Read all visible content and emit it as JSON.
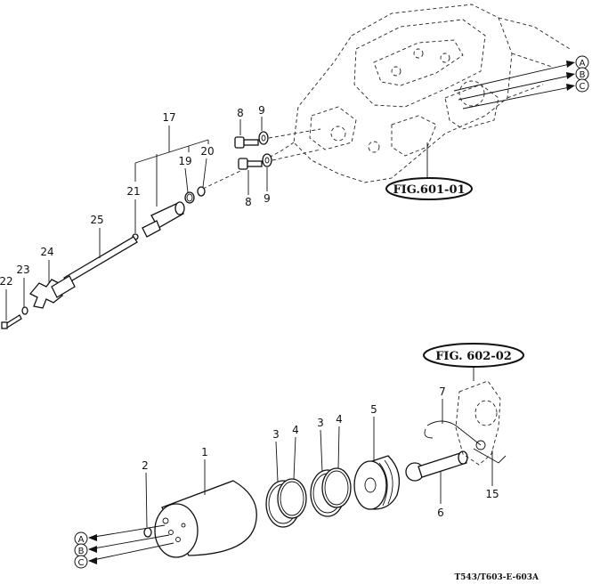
{
  "figure_refs": {
    "upper": "FIG.601-01",
    "lower": "FIG. 602-02"
  },
  "drawing_code": "T543/T603-E-603A",
  "connectors": {
    "a": "A",
    "b": "B",
    "c": "C"
  },
  "callouts": {
    "n1": "1",
    "n2": "2",
    "n3a": "3",
    "n3b": "3",
    "n4a": "4",
    "n4b": "4",
    "n5": "5",
    "n6": "6",
    "n7": "7",
    "n8a": "8",
    "n8b": "8",
    "n9a": "9",
    "n9b": "9",
    "n15": "15",
    "n17": "17",
    "n19": "19",
    "n20": "20",
    "n21": "21",
    "n22": "22",
    "n23": "23",
    "n24": "24",
    "n25": "25"
  }
}
